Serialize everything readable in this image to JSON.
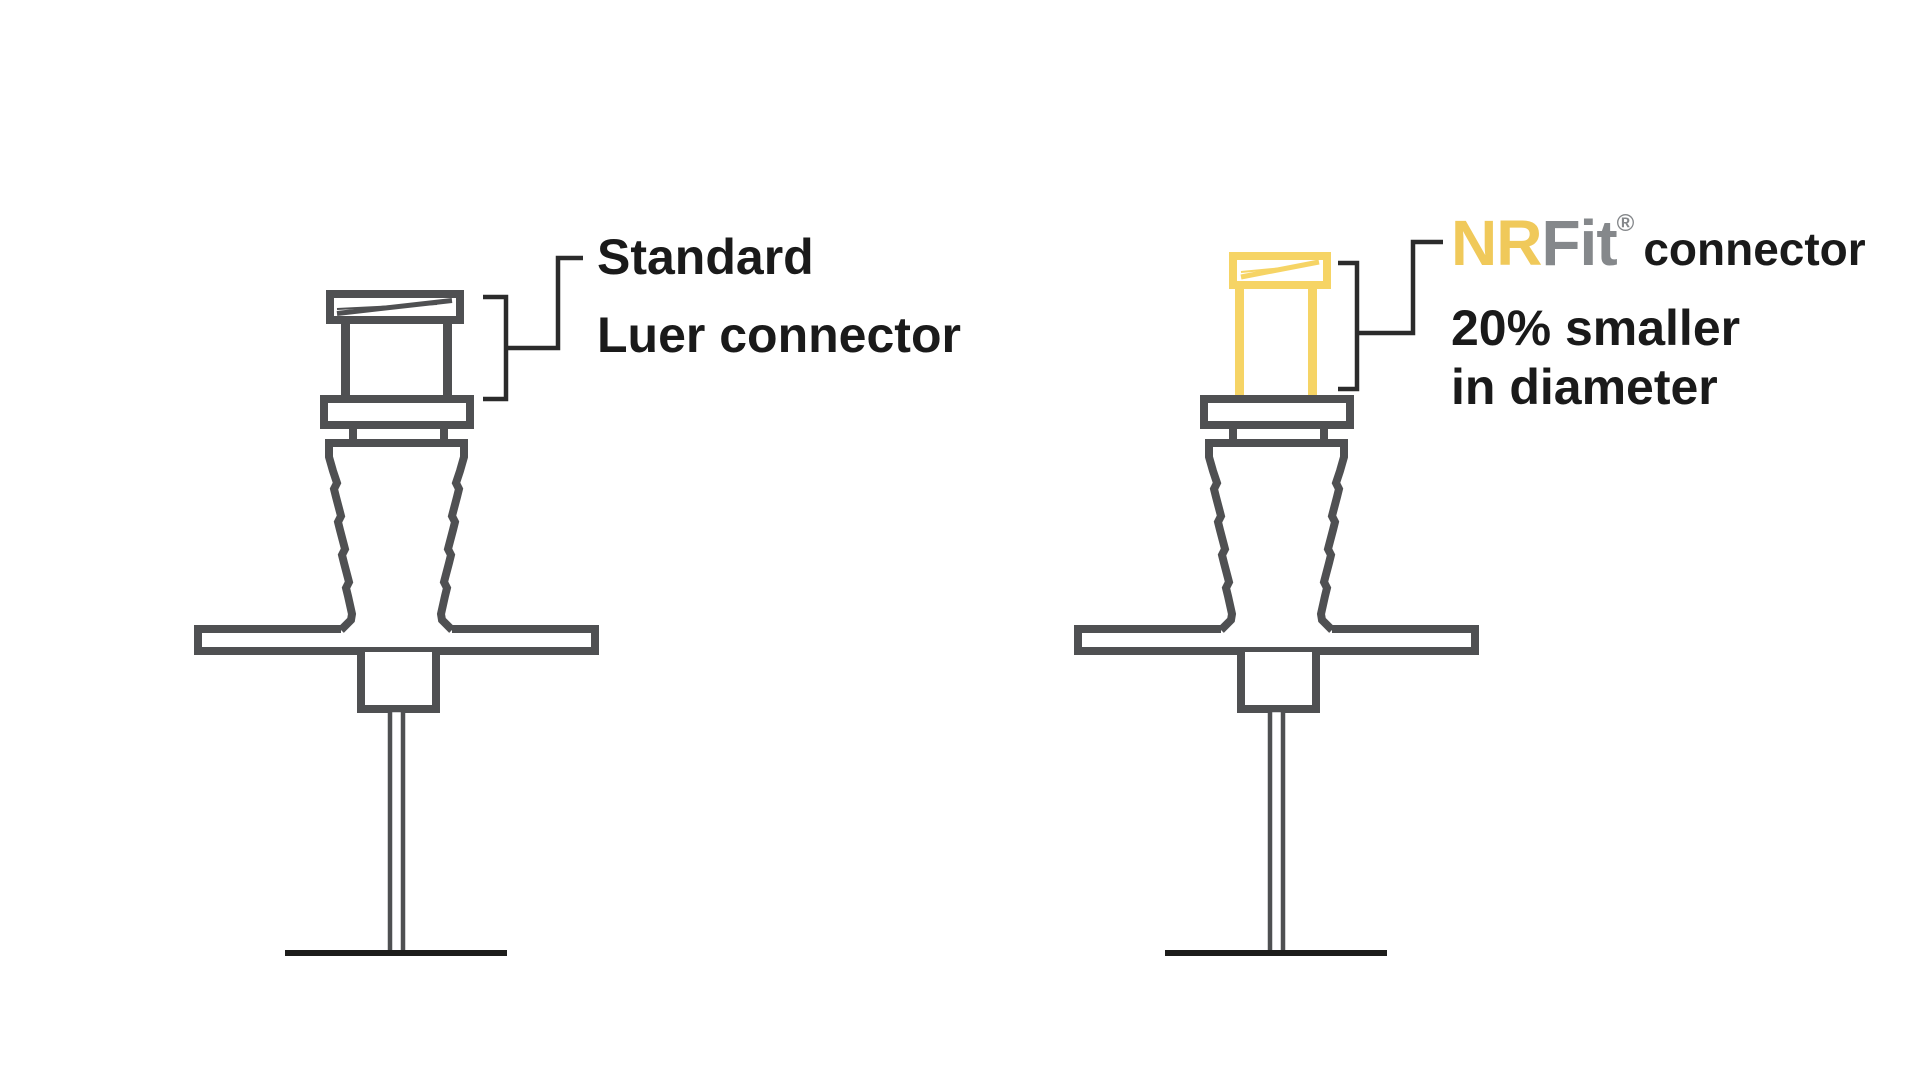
{
  "diagram": {
    "left": {
      "label_line1": "Standard",
      "label_line2": "Luer connector"
    },
    "right": {
      "brand": "NR",
      "brand2": "Fit",
      "registered_mark": "®",
      "brand_suffix": "connector",
      "note_line1": "20% smaller",
      "note_line2": "in diameter"
    },
    "colors": {
      "outline_gray": "#4f5052",
      "accent_yellow": "#f6d465",
      "brand_yellow": "#f0c95a",
      "brand_gray": "#85888b",
      "text_black": "#1a1a1a",
      "leader_black": "#2b2b2b",
      "baseline_black": "#1d1d1b"
    }
  }
}
